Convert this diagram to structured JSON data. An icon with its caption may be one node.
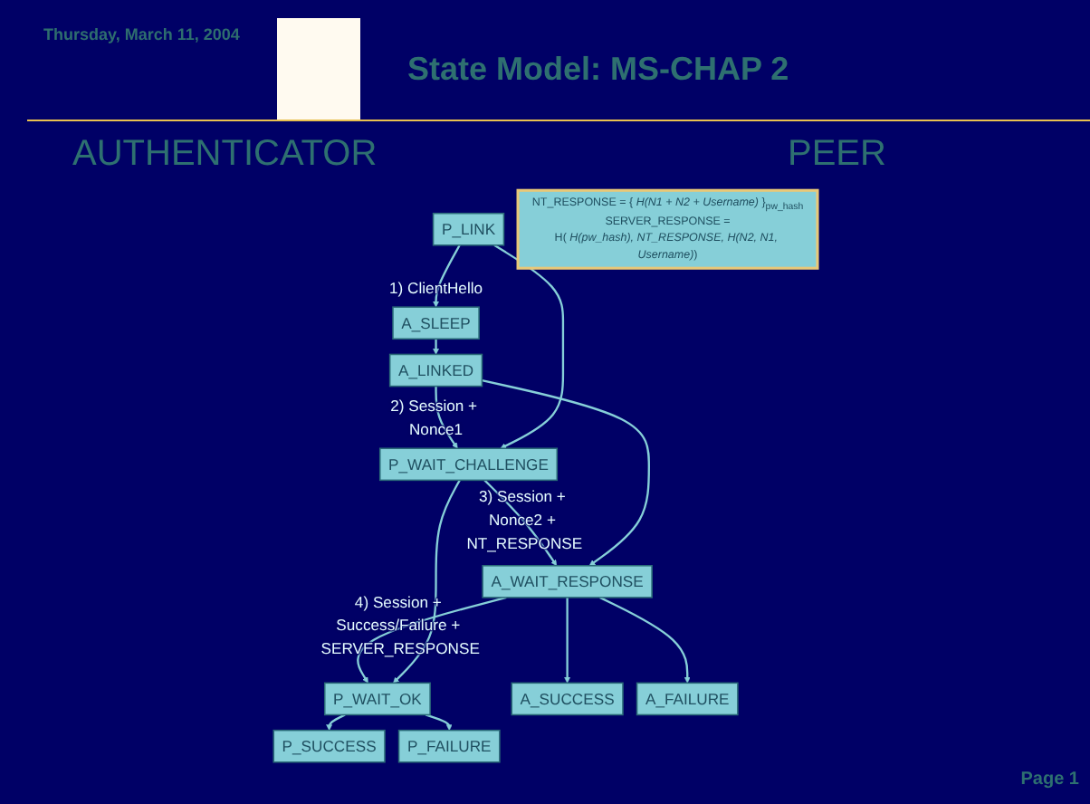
{
  "diagram": {
    "title": "State Model: MS-CHAP 2",
    "nodes": [
      {
        "text": [
          "A_SLEEP"
        ]
      },
      {
        "text": [
          "P_LINK"
        ]
      },
      {
        "text": [
          "A_LINKED"
        ]
      },
      {
        "text": [
          "P_WAIT_CHALLENGE"
        ]
      },
      {
        "text": [
          "A_WAIT_RESPONSE"
        ]
      },
      {
        "text": [
          "P_WAIT_OK"
        ]
      },
      {
        "text": [
          "A_SUCCESS"
        ]
      },
      {
        "text": [
          "A_FAILURE"
        ]
      },
      {
        "text": [
          "P_SUCCESS"
        ]
      },
      {
        "text": [
          "P_FAILURE"
        ]
      },
      {
        "text": [
          "NT_RESPONSE = { *H(N1 + N2 + Username)* }$_{pw_hash}$",
          "SERVER_RESPONSE =",
          "H( *H(pw_hash), NT_RESPONSE, H(N2, N1, Username)*)"
        ]
      }
    ],
    "edges": [
      {
        "from": 1,
        "to": 0,
        "arrow": "to",
        "label": "1) ClientHello"
      },
      {
        "from": 2,
        "to": 3,
        "arrow": "to",
        "label": "2) Session + Nonce1"
      },
      {
        "from": 3,
        "to": 4,
        "arrow": "to",
        "label": "3) Session + Nonce2 + NT_RESPONSE"
      },
      {
        "from": 4,
        "to": 5,
        "arrow": "to",
        "label": "4) Session + Success/Failure + SERVER_RESPONSE"
      },
      {
        "from": 0,
        "to": 2,
        "arrow": "to"
      },
      {
        "from": 2,
        "to": 4,
        "arrow": "to"
      },
      {
        "from": 1,
        "to": 3,
        "arrow": "to"
      },
      {
        "from": 3,
        "to": 5,
        "arrow": "to"
      },
      {
        "from": 4,
        "to": 6,
        "arrow": "to"
      },
      {
        "from": 4,
        "to": 7,
        "arrow": "to"
      },
      {
        "from": 5,
        "to": 8,
        "arrow": "to"
      },
      {
        "from": 5,
        "to": 9,
        "arrow": "to"
      }
    ],
    "labels": [
      "Thursday, March 11, 2004",
      "AUTHENTICATOR",
      "PEER",
      "Page 1"
    ]
  }
}
